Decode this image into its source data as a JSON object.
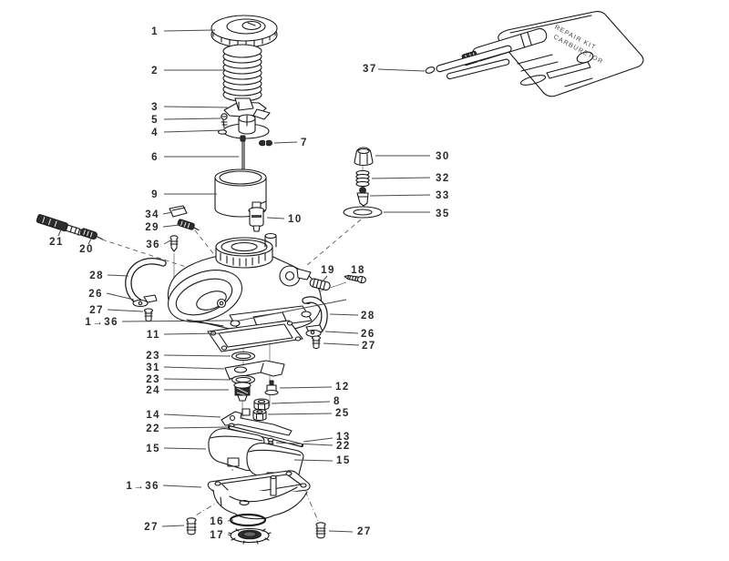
{
  "diagram": {
    "type": "exploded-parts-diagram",
    "background_color": "#ffffff",
    "line_color": "#1a1a1a",
    "label_color": "#2a2a2a",
    "leader_color": "#4a4a4a",
    "dark_fill_color": "#2e2e2e",
    "kit_label": {
      "line1": "REPAIR KIT",
      "line2": "CARBURETOR"
    },
    "callouts": [
      {
        "id": "callout-1",
        "text": "1"
      },
      {
        "id": "callout-2",
        "text": "2"
      },
      {
        "id": "callout-3",
        "text": "3"
      },
      {
        "id": "callout-5",
        "text": "5"
      },
      {
        "id": "callout-4",
        "text": "4"
      },
      {
        "id": "callout-7",
        "text": "7"
      },
      {
        "id": "callout-6",
        "text": "6"
      },
      {
        "id": "callout-9",
        "text": "9"
      },
      {
        "id": "callout-34",
        "text": "34"
      },
      {
        "id": "callout-29",
        "text": "29"
      },
      {
        "id": "callout-10",
        "text": "10"
      },
      {
        "id": "callout-36",
        "text": "36"
      },
      {
        "id": "callout-30",
        "text": "30"
      },
      {
        "id": "callout-32",
        "text": "32"
      },
      {
        "id": "callout-33",
        "text": "33"
      },
      {
        "id": "callout-35",
        "text": "35"
      },
      {
        "id": "callout-37",
        "text": "37"
      },
      {
        "id": "callout-21",
        "text": "21"
      },
      {
        "id": "callout-20",
        "text": "20"
      },
      {
        "id": "callout-28-left",
        "text": "28"
      },
      {
        "id": "callout-26-left",
        "text": "26"
      },
      {
        "id": "callout-27-left",
        "text": "27"
      },
      {
        "id": "callout-19",
        "text": "19"
      },
      {
        "id": "callout-18",
        "text": "18"
      },
      {
        "id": "callout-28-right",
        "text": "28"
      },
      {
        "id": "callout-26-right",
        "text": "26"
      },
      {
        "id": "callout-27-right",
        "text": "27"
      },
      {
        "id": "callout-range-upper",
        "text": "1→36"
      },
      {
        "id": "callout-11",
        "text": "11"
      },
      {
        "id": "callout-23-upper",
        "text": "23"
      },
      {
        "id": "callout-31",
        "text": "31"
      },
      {
        "id": "callout-23-lower",
        "text": "23"
      },
      {
        "id": "callout-24",
        "text": "24"
      },
      {
        "id": "callout-12",
        "text": "12"
      },
      {
        "id": "callout-8",
        "text": "8"
      },
      {
        "id": "callout-25",
        "text": "25"
      },
      {
        "id": "callout-14",
        "text": "14"
      },
      {
        "id": "callout-22-left",
        "text": "22"
      },
      {
        "id": "callout-13",
        "text": "13"
      },
      {
        "id": "callout-22-right",
        "text": "22"
      },
      {
        "id": "callout-15-left",
        "text": "15"
      },
      {
        "id": "callout-15-right",
        "text": "15"
      },
      {
        "id": "callout-range-lower",
        "text": "1→36"
      },
      {
        "id": "callout-16",
        "text": "16"
      },
      {
        "id": "callout-17",
        "text": "17"
      },
      {
        "id": "callout-27-bottom-left",
        "text": "27"
      },
      {
        "id": "callout-27-bottom-right",
        "text": "27"
      }
    ]
  }
}
